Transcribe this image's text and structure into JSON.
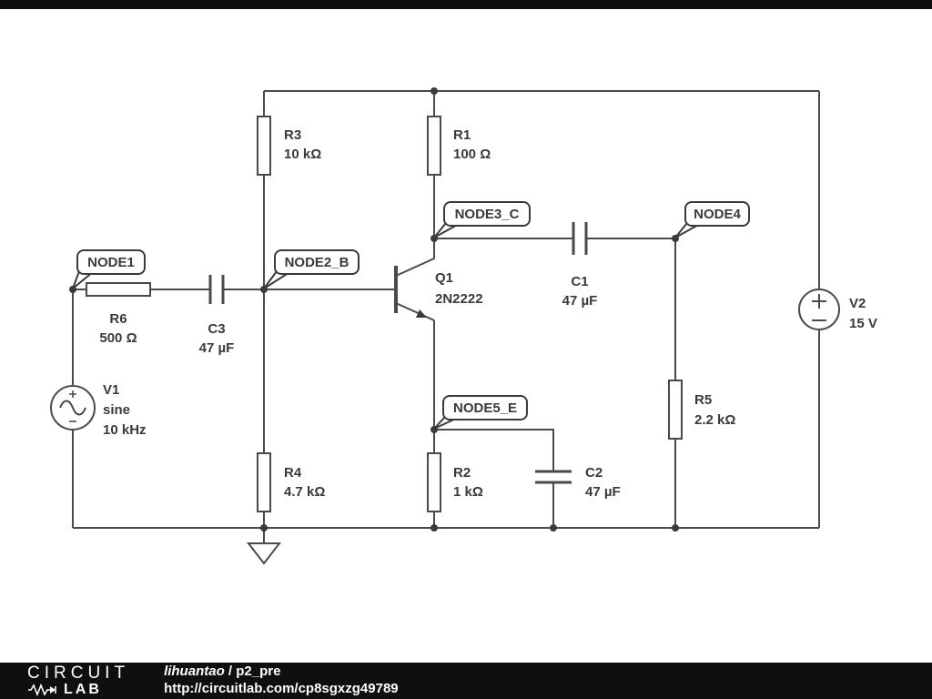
{
  "schematic": {
    "components": {
      "R3": {
        "ref": "R3",
        "value": "10 kΩ"
      },
      "R1": {
        "ref": "R1",
        "value": "100 Ω"
      },
      "R6": {
        "ref": "R6",
        "value": "500 Ω"
      },
      "C3": {
        "ref": "C3",
        "value": "47 µF"
      },
      "R4": {
        "ref": "R4",
        "value": "4.7 kΩ"
      },
      "Q1": {
        "ref": "Q1",
        "value": "2N2222"
      },
      "R2": {
        "ref": "R2",
        "value": "1 kΩ"
      },
      "C2": {
        "ref": "C2",
        "value": "47 µF"
      },
      "C1": {
        "ref": "C1",
        "value": "47 µF"
      },
      "R5": {
        "ref": "R5",
        "value": "2.2 kΩ"
      },
      "V1": {
        "ref": "V1",
        "value": "sine",
        "value2": "10 kHz"
      },
      "V2": {
        "ref": "V2",
        "value": "15 V"
      }
    },
    "node_labels": {
      "node1": "NODE1",
      "node2": "NODE2_B",
      "node3": "NODE3_C",
      "node4": "NODE4",
      "node5": "NODE5_E"
    }
  },
  "footer": {
    "logo_top": "CIRCUIT",
    "logo_bottom": "LAB",
    "author": "lihuantao",
    "separator": " / ",
    "project": "p2_pre",
    "url": "http://circuitlab.com/cp8sgxzg49789"
  },
  "colors": {
    "wire": "#4a4a4a",
    "text": "#3a3a3a",
    "footer_bg": "#0f0f0f"
  }
}
